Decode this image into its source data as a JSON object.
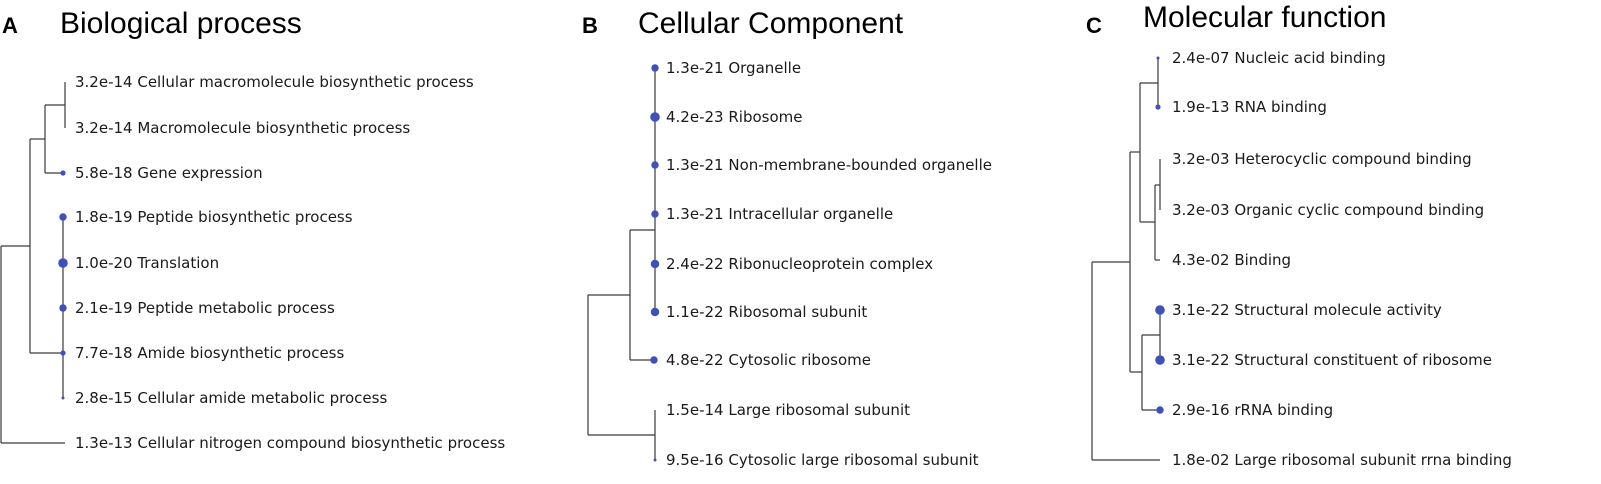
{
  "colors": {
    "node": "#3f51b5",
    "branch": "#3a3a3a",
    "text": "#1a1a1a"
  },
  "panels": [
    {
      "letter": "A",
      "title": "Biological process",
      "leaves": [
        {
          "pvalue": "3.2e-14",
          "label": "Cellular macromolecule biosynthetic process",
          "marker": 0
        },
        {
          "pvalue": "3.2e-14",
          "label": "Macromolecule biosynthetic process",
          "marker": 0
        },
        {
          "pvalue": "5.8e-18",
          "label": "Gene expression",
          "marker": 1
        },
        {
          "pvalue": "1.8e-19",
          "label": "Peptide biosynthetic process",
          "marker": 2
        },
        {
          "pvalue": "1.0e-20",
          "label": "Translation",
          "marker": 3
        },
        {
          "pvalue": "2.1e-19",
          "label": "Peptide metabolic process",
          "marker": 2
        },
        {
          "pvalue": "7.7e-18",
          "label": "Amide biosynthetic process",
          "marker": 1
        },
        {
          "pvalue": "2.8e-15",
          "label": "Cellular amide metabolic process",
          "marker": 0.5
        },
        {
          "pvalue": "1.3e-13",
          "label": "Cellular nitrogen compound biosynthetic process",
          "marker": 0
        }
      ]
    },
    {
      "letter": "B",
      "title": "Cellular Component",
      "leaves": [
        {
          "pvalue": "1.3e-21",
          "label": "Organelle",
          "marker": 2
        },
        {
          "pvalue": "4.2e-23",
          "label": "Ribosome",
          "marker": 3
        },
        {
          "pvalue": "1.3e-21",
          "label": "Non-membrane-bounded organelle",
          "marker": 2
        },
        {
          "pvalue": "1.3e-21",
          "label": "Intracellular organelle",
          "marker": 2
        },
        {
          "pvalue": "2.4e-22",
          "label": "Ribonucleoprotein complex",
          "marker": 2.5
        },
        {
          "pvalue": "1.1e-22",
          "label": "Ribosomal subunit",
          "marker": 2.5
        },
        {
          "pvalue": "4.8e-22",
          "label": "Cytosolic ribosome",
          "marker": 2
        },
        {
          "pvalue": "1.5e-14",
          "label": "Large ribosomal subunit",
          "marker": 0
        },
        {
          "pvalue": "9.5e-16",
          "label": "Cytosolic large ribosomal subunit",
          "marker": 0.5
        }
      ]
    },
    {
      "letter": "C",
      "title": "Molecular function",
      "leaves": [
        {
          "pvalue": "2.4e-07",
          "label": "Nucleic acid binding",
          "marker": 0.5
        },
        {
          "pvalue": "1.9e-13",
          "label": "RNA binding",
          "marker": 1
        },
        {
          "pvalue": "3.2e-03",
          "label": "Heterocyclic compound binding",
          "marker": 0
        },
        {
          "pvalue": "3.2e-03",
          "label": "Organic cyclic compound binding",
          "marker": 0
        },
        {
          "pvalue": "4.3e-02",
          "label": "Binding",
          "marker": 0
        },
        {
          "pvalue": "3.1e-22",
          "label": "Structural molecule activity",
          "marker": 3
        },
        {
          "pvalue": "3.1e-22",
          "label": "Structural constituent of ribosome",
          "marker": 3
        },
        {
          "pvalue": "2.9e-16",
          "label": "rRNA binding",
          "marker": 2
        },
        {
          "pvalue": "1.8e-02",
          "label": "Large ribosomal subunit rrna binding",
          "marker": 0
        }
      ]
    }
  ]
}
